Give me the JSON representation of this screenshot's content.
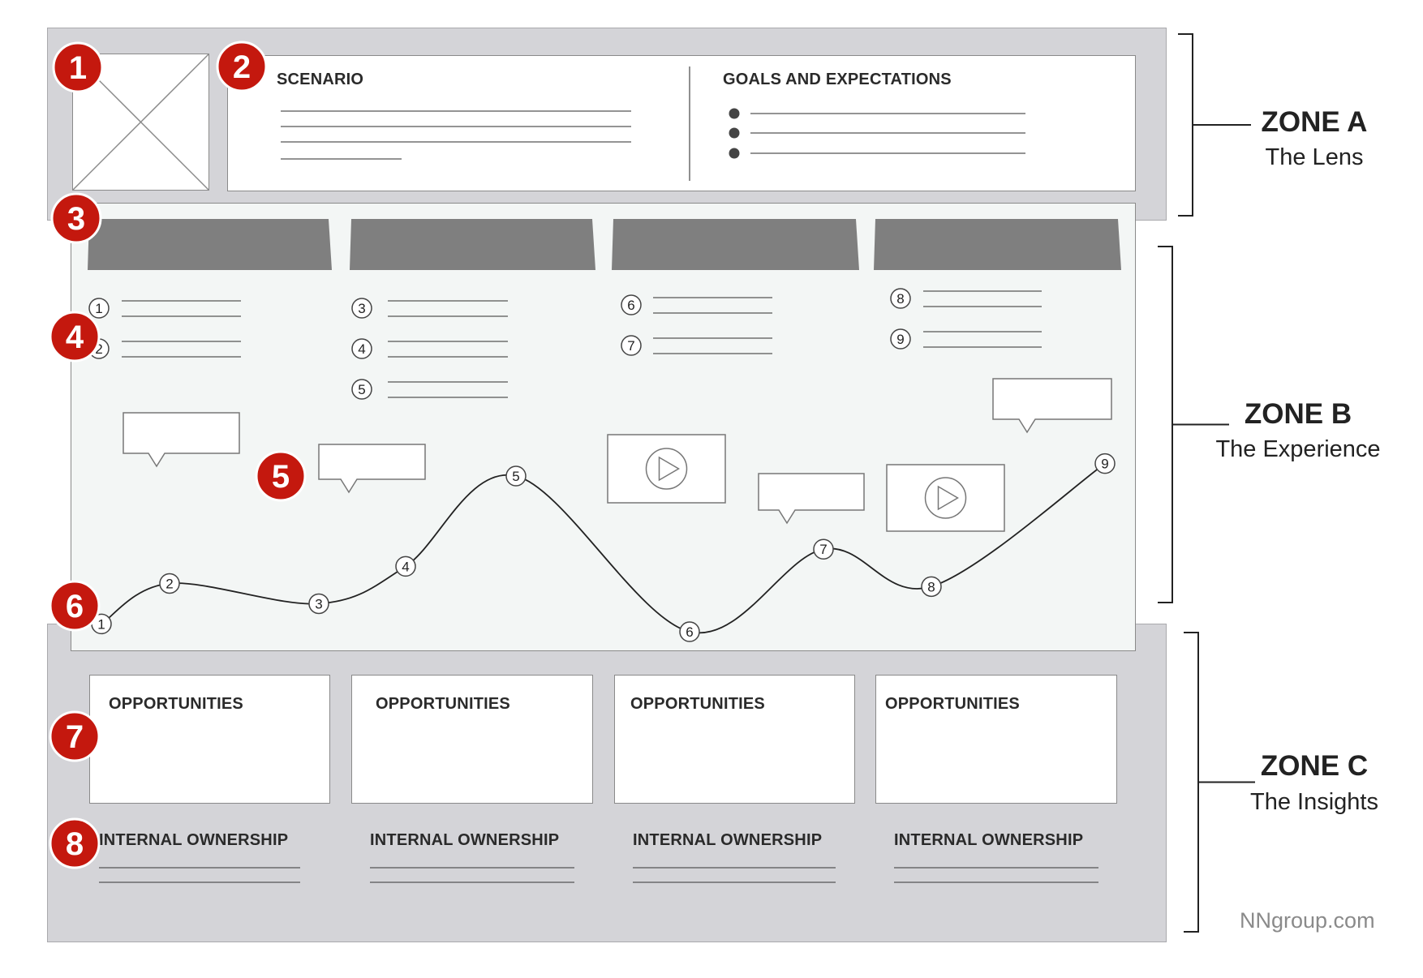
{
  "zones": [
    {
      "title": "ZONE A",
      "subtitle": "The Lens"
    },
    {
      "title": "ZONE B",
      "subtitle": "The Experience"
    },
    {
      "title": "ZONE C",
      "subtitle": "The Insights"
    }
  ],
  "lens": {
    "scenario_label": "SCENARIO",
    "goals_label": "GOALS AND EXPECTATIONS"
  },
  "phase_count": 4,
  "touchpoints": [
    [
      "1",
      "2"
    ],
    [
      "3",
      "4",
      "5"
    ],
    [
      "6",
      "7"
    ],
    [
      "8",
      "9"
    ]
  ],
  "curve_points": [
    {
      "label": "1",
      "level": 0.05
    },
    {
      "label": "2",
      "level": 0.31
    },
    {
      "label": "3",
      "level": 0.18
    },
    {
      "label": "4",
      "level": 0.42
    },
    {
      "label": "5",
      "level": 1.0
    },
    {
      "label": "6",
      "level": 0.0
    },
    {
      "label": "7",
      "level": 0.53
    },
    {
      "label": "8",
      "level": 0.29
    },
    {
      "label": "9",
      "level": 1.08
    }
  ],
  "insights": {
    "opportunities_label": "OPPORTUNITIES",
    "ownership_label": "INTERNAL OWNERSHIP"
  },
  "callouts": [
    "1",
    "2",
    "3",
    "4",
    "5",
    "6",
    "7",
    "8"
  ],
  "colors": {
    "callout": "#c4180e",
    "panel": "#d4d4d8",
    "experience_bg": "#f3f6f5",
    "phase_header": "#7f7f7f"
  },
  "credit": "NNgroup.com"
}
